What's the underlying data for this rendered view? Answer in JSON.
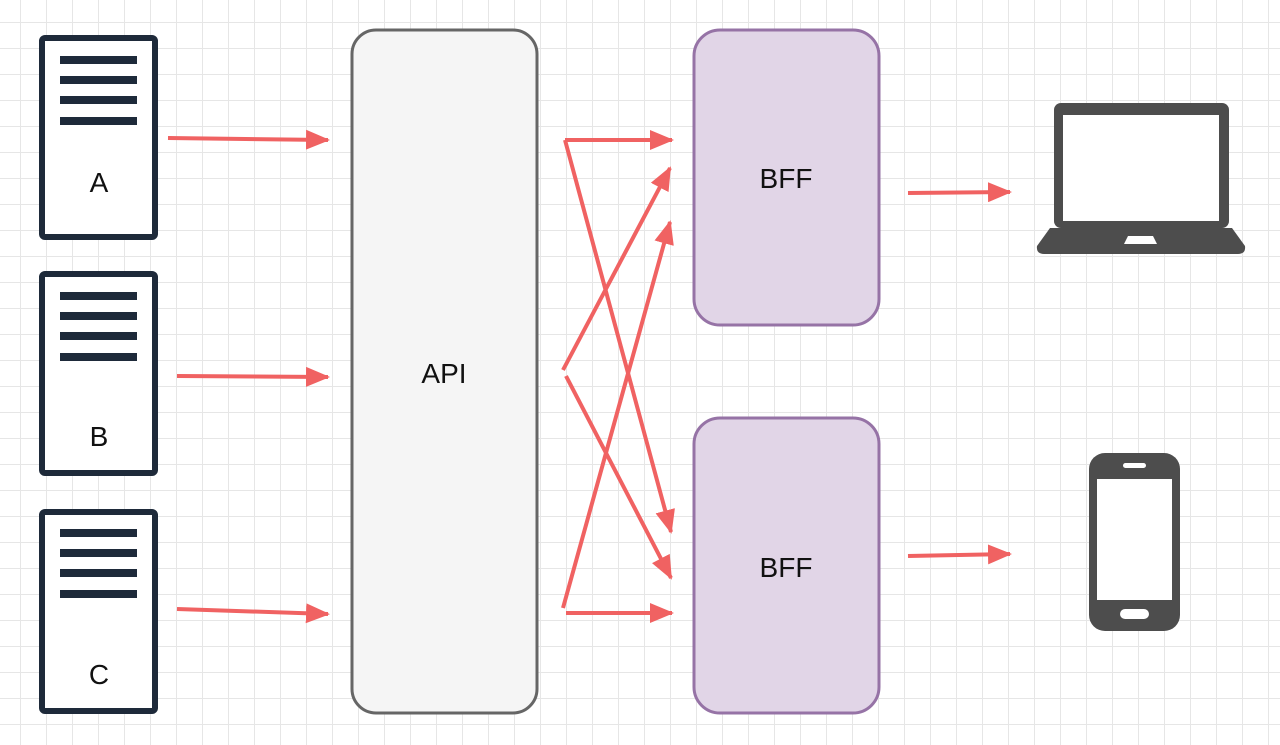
{
  "servers": [
    {
      "id": "server-a",
      "label": "A"
    },
    {
      "id": "server-b",
      "label": "B"
    },
    {
      "id": "server-c",
      "label": "C"
    }
  ],
  "api": {
    "label": "API"
  },
  "bffs": [
    {
      "id": "bff-top",
      "label": "BFF"
    },
    {
      "id": "bff-bottom",
      "label": "BFF"
    }
  ],
  "clients": [
    {
      "id": "laptop",
      "icon": "laptop-icon"
    },
    {
      "id": "phone",
      "icon": "smartphone-icon"
    }
  ],
  "colors": {
    "arrow": "#f06262",
    "server_stroke": "#1e2a3a",
    "api_fill": "#f5f5f5",
    "api_stroke": "#666666",
    "bff_fill": "#e1d5e7",
    "bff_stroke": "#9673a6",
    "device": "#4d4d4d"
  }
}
